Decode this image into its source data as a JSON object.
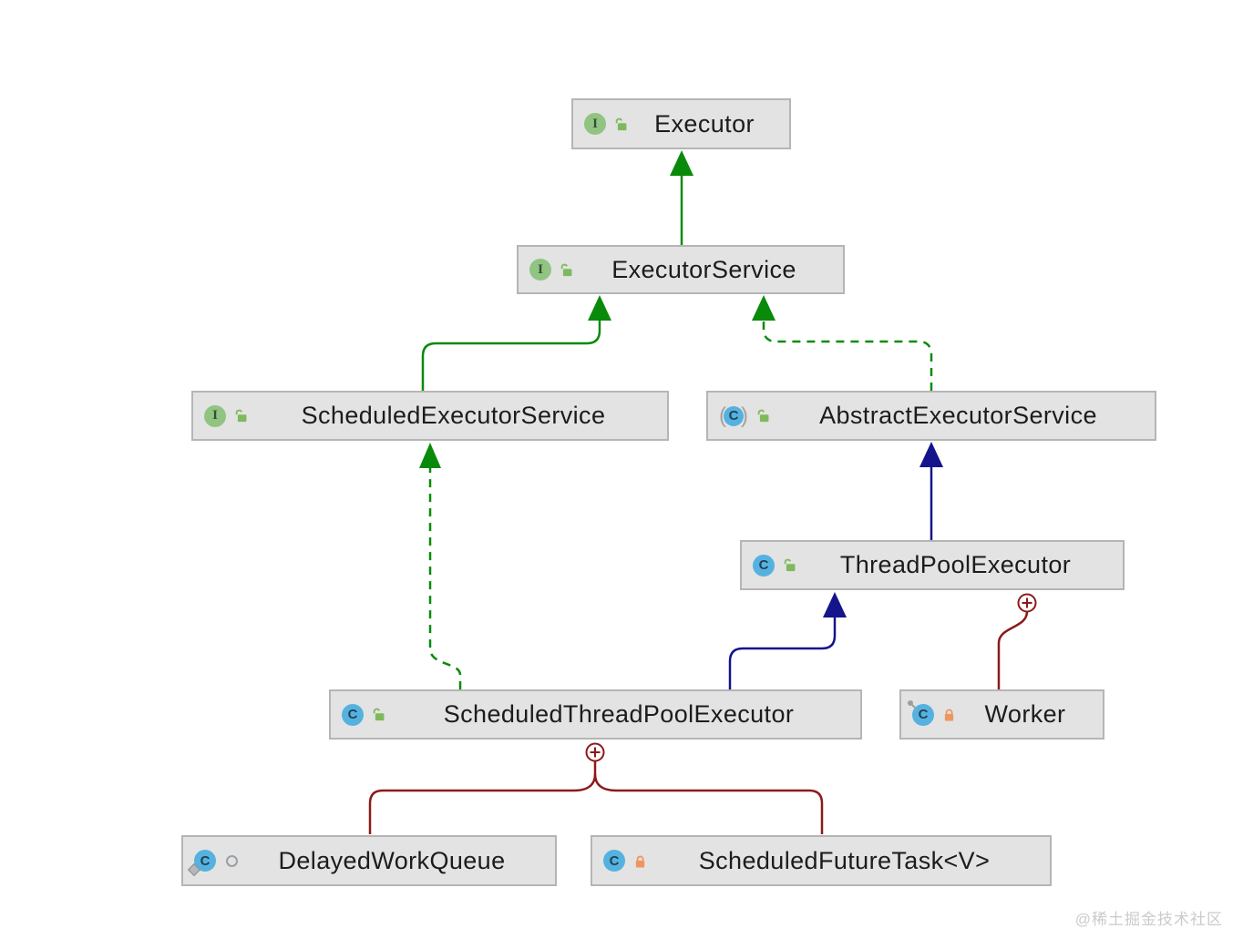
{
  "diagram": {
    "title_hint": "Java Executor framework UML class diagram",
    "abstract_parens": [
      "(",
      ")"
    ],
    "nodes": [
      {
        "id": "executor",
        "label": "Executor",
        "kind": "interface",
        "icon_letter": "I",
        "visibility": "public"
      },
      {
        "id": "executor-service",
        "label": "ExecutorService",
        "kind": "interface",
        "icon_letter": "I",
        "visibility": "public"
      },
      {
        "id": "scheduled-executor-service",
        "label": "ScheduledExecutorService",
        "kind": "interface",
        "icon_letter": "I",
        "visibility": "public"
      },
      {
        "id": "abstract-executor-service",
        "label": "AbstractExecutorService",
        "kind": "abstract-class",
        "icon_letter": "C",
        "visibility": "public"
      },
      {
        "id": "thread-pool-executor",
        "label": "ThreadPoolExecutor",
        "kind": "class",
        "icon_letter": "C",
        "visibility": "public"
      },
      {
        "id": "scheduled-thread-pool-executor",
        "label": "ScheduledThreadPoolExecutor",
        "kind": "class",
        "icon_letter": "C",
        "visibility": "public"
      },
      {
        "id": "worker",
        "label": "Worker",
        "kind": "final-class",
        "icon_letter": "C",
        "visibility": "private"
      },
      {
        "id": "delayed-work-queue",
        "label": "DelayedWorkQueue",
        "kind": "static-class",
        "icon_letter": "C",
        "visibility": "package-local"
      },
      {
        "id": "scheduled-future-task",
        "label": "ScheduledFutureTask<V>",
        "kind": "class",
        "icon_letter": "C",
        "visibility": "private"
      }
    ],
    "edges": [
      {
        "from": "ExecutorService",
        "to": "Executor",
        "relation": "extends",
        "line": "solid",
        "color_key": "interface_edge"
      },
      {
        "from": "ScheduledExecutorService",
        "to": "ExecutorService",
        "relation": "extends",
        "line": "solid",
        "color_key": "interface_edge"
      },
      {
        "from": "AbstractExecutorService",
        "to": "ExecutorService",
        "relation": "implements",
        "line": "dashed",
        "color_key": "interface_edge"
      },
      {
        "from": "ThreadPoolExecutor",
        "to": "AbstractExecutorService",
        "relation": "extends",
        "line": "solid",
        "color_key": "class_extends_edge"
      },
      {
        "from": "ScheduledThreadPoolExecutor",
        "to": "ThreadPoolExecutor",
        "relation": "extends",
        "line": "solid",
        "color_key": "class_extends_edge"
      },
      {
        "from": "ScheduledThreadPoolExecutor",
        "to": "ScheduledExecutorService",
        "relation": "implements",
        "line": "dashed",
        "color_key": "interface_edge"
      },
      {
        "from": "Worker",
        "to": "ThreadPoolExecutor",
        "relation": "inner-class",
        "line": "solid",
        "color_key": "inner_class_edge"
      },
      {
        "from": "DelayedWorkQueue",
        "to": "ScheduledThreadPoolExecutor",
        "relation": "inner-class",
        "line": "solid",
        "color_key": "inner_class_edge"
      },
      {
        "from": "ScheduledFutureTask<V>",
        "to": "ScheduledThreadPoolExecutor",
        "relation": "inner-class",
        "line": "solid",
        "color_key": "inner_class_edge"
      }
    ],
    "colors": {
      "interface_edge": "#0a8a0a",
      "class_extends_edge": "#14148c",
      "inner_class_edge": "#8c1a1a",
      "interface_icon": "#91c483",
      "class_icon": "#55b2e0",
      "public_lock": "#7eba5c",
      "private_lock": "#ed965f",
      "package_icon": "#9aa0a4",
      "node_fill": "#e3e3e3",
      "node_border": "#b5b5b5",
      "label_text": "#1c1c1c",
      "watermark_text": "#cbcbcb"
    }
  },
  "watermark": {
    "text": "@稀土掘金技术社区"
  }
}
